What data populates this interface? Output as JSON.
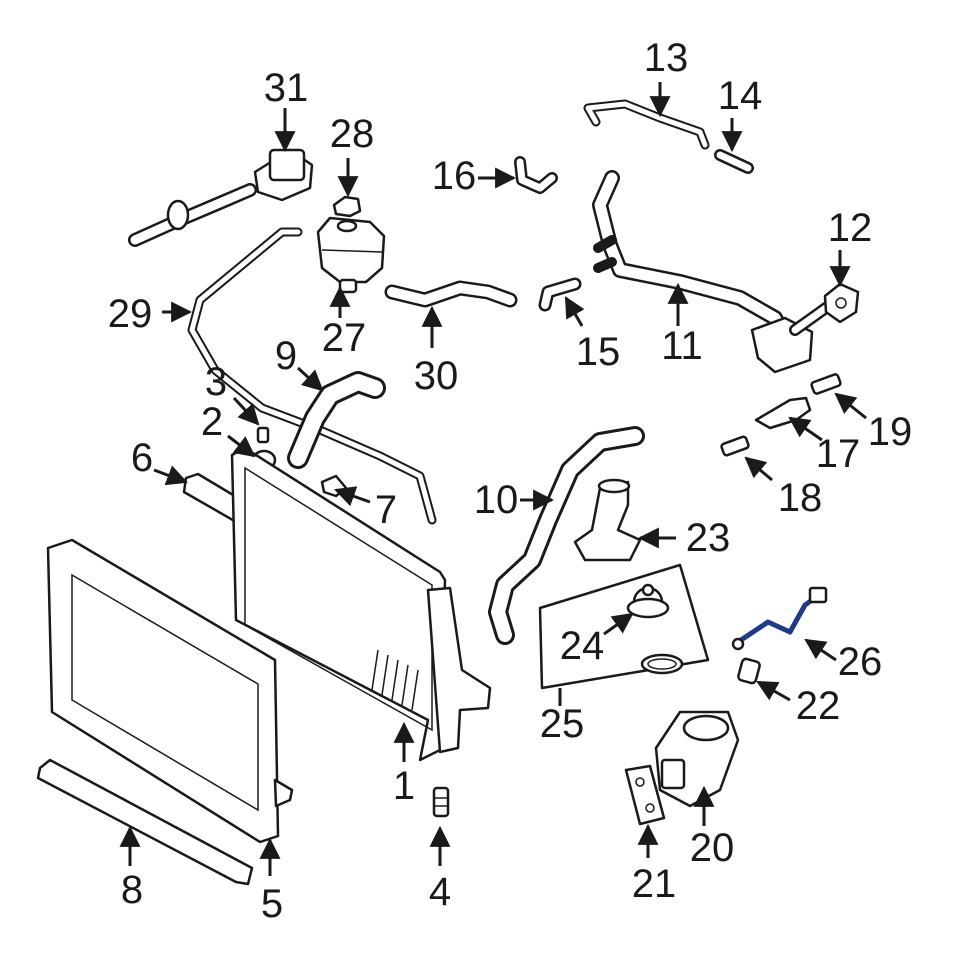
{
  "callouts": [
    {
      "id": "1",
      "label": "1"
    },
    {
      "id": "2",
      "label": "2"
    },
    {
      "id": "3",
      "label": "3"
    },
    {
      "id": "4",
      "label": "4"
    },
    {
      "id": "5",
      "label": "5"
    },
    {
      "id": "6",
      "label": "6"
    },
    {
      "id": "7",
      "label": "7"
    },
    {
      "id": "8",
      "label": "8"
    },
    {
      "id": "9",
      "label": "9"
    },
    {
      "id": "10",
      "label": "10"
    },
    {
      "id": "11",
      "label": "11"
    },
    {
      "id": "12",
      "label": "12"
    },
    {
      "id": "13",
      "label": "13"
    },
    {
      "id": "14",
      "label": "14"
    },
    {
      "id": "15",
      "label": "15"
    },
    {
      "id": "16",
      "label": "16"
    },
    {
      "id": "17",
      "label": "17"
    },
    {
      "id": "18",
      "label": "18"
    },
    {
      "id": "19",
      "label": "19"
    },
    {
      "id": "20",
      "label": "20"
    },
    {
      "id": "21",
      "label": "21"
    },
    {
      "id": "22",
      "label": "22"
    },
    {
      "id": "23",
      "label": "23"
    },
    {
      "id": "24",
      "label": "24"
    },
    {
      "id": "25",
      "label": "25"
    },
    {
      "id": "26",
      "label": "26"
    },
    {
      "id": "27",
      "label": "27"
    },
    {
      "id": "28",
      "label": "28"
    },
    {
      "id": "29",
      "label": "29"
    },
    {
      "id": "30",
      "label": "30"
    },
    {
      "id": "31",
      "label": "31"
    }
  ],
  "colors": {
    "line": "#1a1a1a",
    "background": "#ffffff",
    "sensor_wire": "#1f3a8a"
  }
}
